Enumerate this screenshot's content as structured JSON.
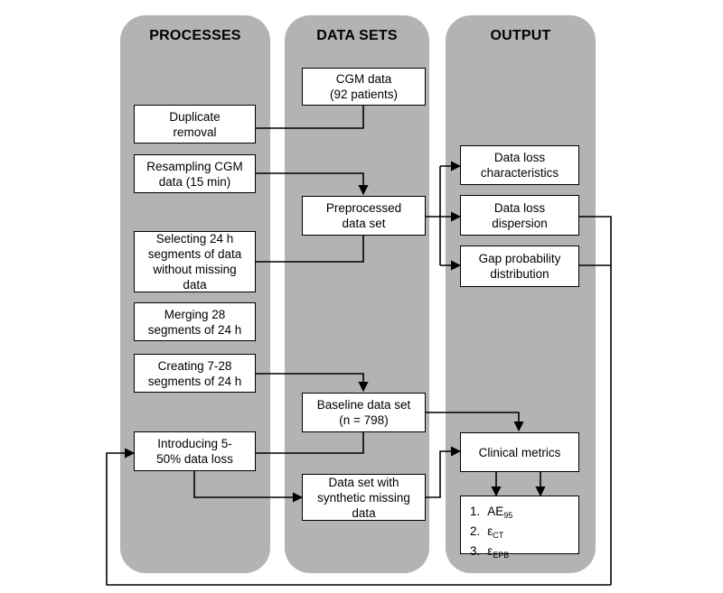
{
  "columns": {
    "processes": "PROCESSES",
    "datasets": "DATA SETS",
    "output": "OUTPUT"
  },
  "processes": {
    "duplicate_removal": "Duplicate\nremoval",
    "resampling": "Resampling CGM\ndata (15 min)",
    "selecting": "Selecting 24 h\nsegments of data\nwithout missing\ndata",
    "merging": "Merging 28\nsegments of 24 h",
    "creating": "Creating 7-28\nsegments of 24 h",
    "introducing": "Introducing 5-\n50% data loss"
  },
  "datasets": {
    "cgm": "CGM data\n(92 patients)",
    "preprocessed": "Preprocessed\ndata set",
    "baseline": "Baseline data set\n(n = 798)",
    "synthetic": "Data set with\nsynthetic missing\ndata"
  },
  "output": {
    "loss_characteristics": "Data loss\ncharacteristics",
    "loss_dispersion": "Data loss\ndispersion",
    "gap_probability": "Gap probability\ndistribution",
    "clinical_metrics": "Clinical metrics",
    "metrics_list": [
      {
        "num": "1.",
        "base": "AE",
        "sub": "95"
      },
      {
        "num": "2.",
        "base": "ε",
        "sub": "CT"
      },
      {
        "num": "3.",
        "base": "ε",
        "sub": "EPB"
      }
    ]
  }
}
